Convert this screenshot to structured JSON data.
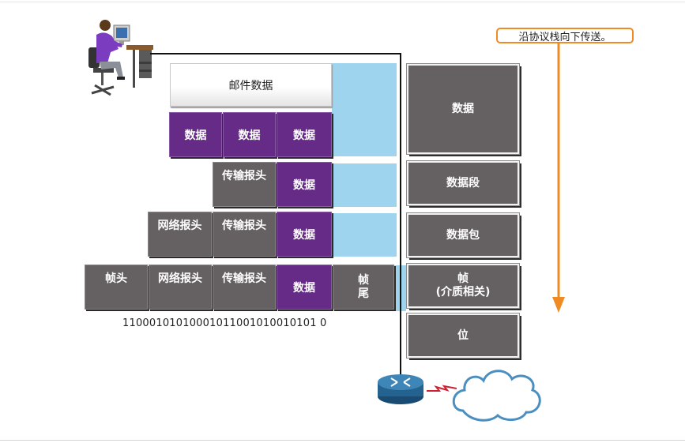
{
  "callout": {
    "text": "沿协议栈向下传送。"
  },
  "mail_data_label": "邮件数据",
  "data_row": {
    "cells": [
      "数据",
      "数据",
      "数据"
    ]
  },
  "segment_row": {
    "transport_header": "传输报头",
    "data": "数据"
  },
  "packet_row": {
    "network_header": "网络报头",
    "transport_header": "传输报头",
    "data": "数据"
  },
  "frame_row": {
    "frame_header": "帧头",
    "network_header": "网络报头",
    "transport_header": "传输报头",
    "data": "数据",
    "frame_trailer": "帧\n尾"
  },
  "bit_stream": "11000101010001011001010010101 0",
  "pdu_labels": {
    "data": "数据",
    "segment": "数据段",
    "packet": "数据包",
    "frame": "帧\n(介质相关)",
    "bits": "位"
  },
  "icons": [
    "person-at-computer-icon",
    "router-icon",
    "cloud-icon",
    "serial-link-icon",
    "arrow-down-icon"
  ],
  "colors": {
    "pdu_gray": "#656061",
    "data_purple": "#652b86",
    "encapsulation_blue": "#9fd4ee",
    "arrow_orange": "#f08a24",
    "serial_link_red": "#cc2233"
  }
}
